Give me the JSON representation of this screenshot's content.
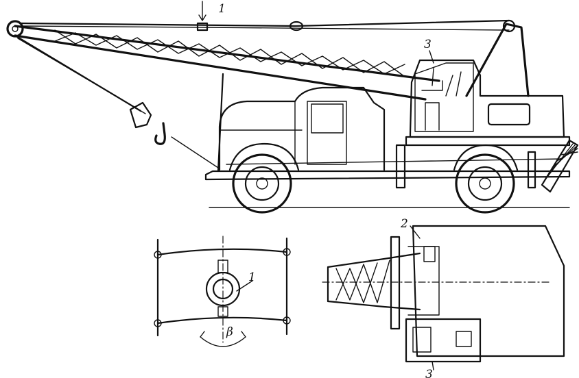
{
  "labels": {
    "boom_marker": "1",
    "cab_marker_side": "3",
    "slewing_ring_marker": "1",
    "slew_angle_marker": "β",
    "top_view_marker_2": "2",
    "top_view_marker_3": "3"
  }
}
